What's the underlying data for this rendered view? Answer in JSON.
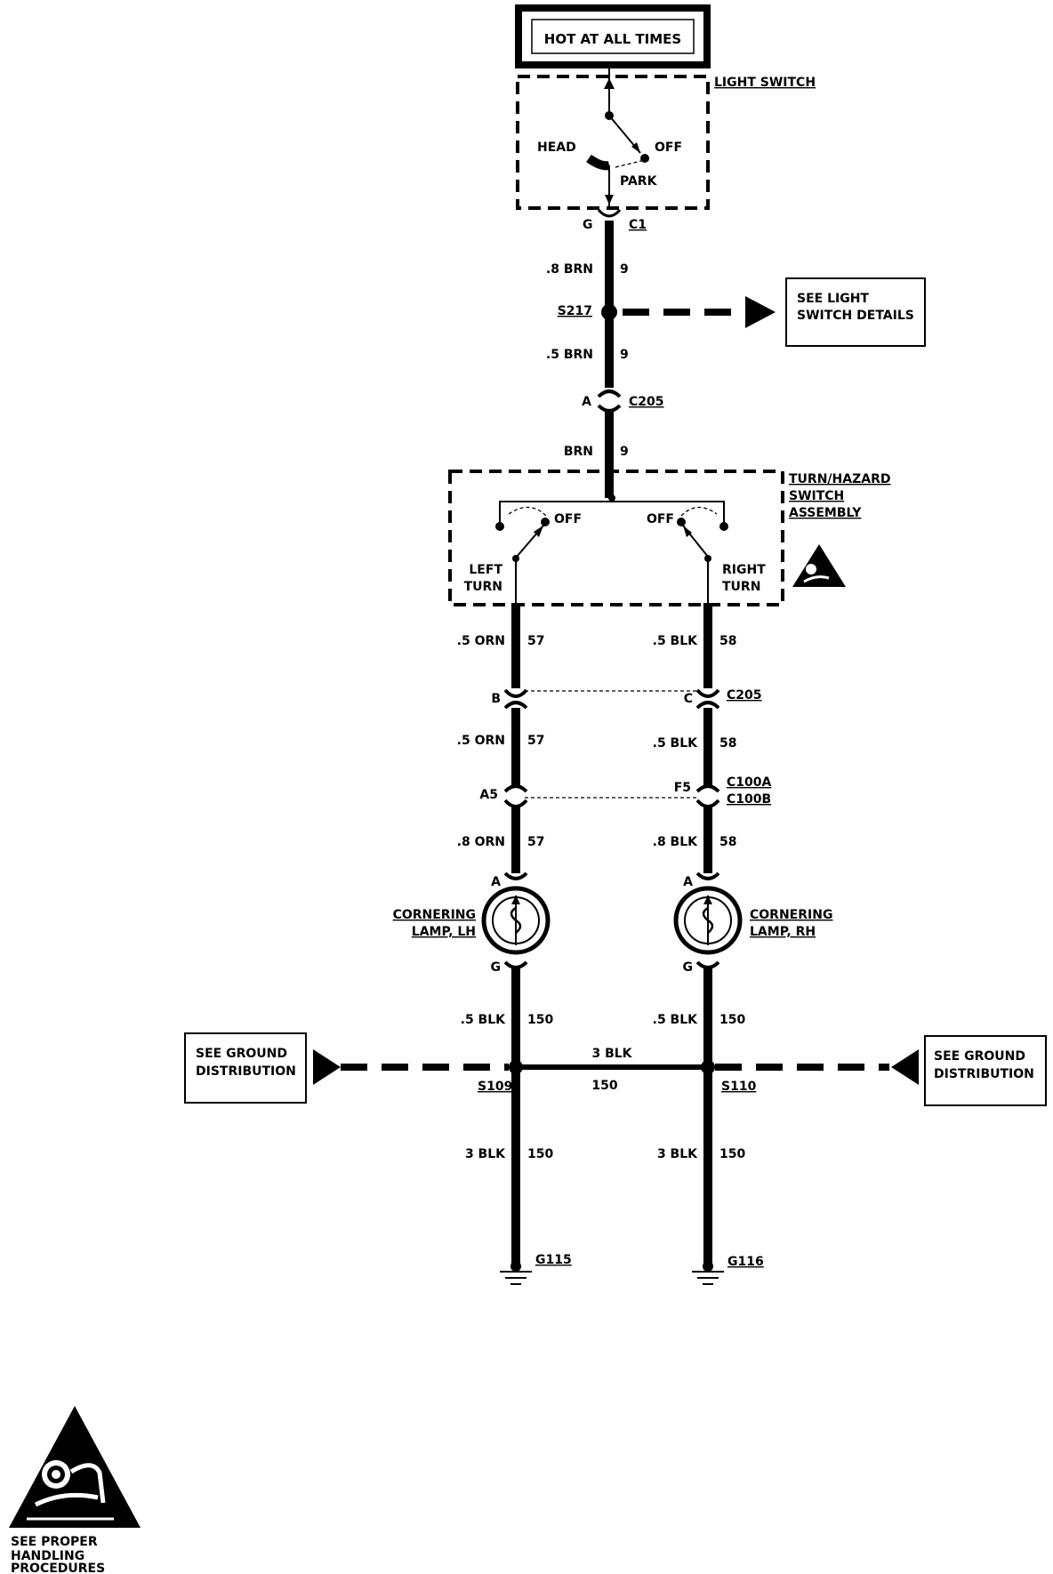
{
  "power": {
    "label": "HOT AT ALL TIMES"
  },
  "light_switch": {
    "name": "LIGHT SWITCH",
    "pos_head": "HEAD",
    "pos_off": "OFF",
    "pos_park": "PARK",
    "pin": "G",
    "connector": "C1"
  },
  "wires": {
    "w1_gauge": ".8 BRN",
    "w1_circuit": "9",
    "w2_gauge": ".5 BRN",
    "w2_circuit": "9",
    "w3_gauge": "BRN",
    "w3_circuit": "9",
    "lt1_gauge": ".5 ORN",
    "lt1_circuit": "57",
    "lt2_gauge": ".5 ORN",
    "lt2_circuit": "57",
    "lt3_gauge": ".8 ORN",
    "lt3_circuit": "57",
    "rt1_gauge": ".5 BLK",
    "rt1_circuit": "58",
    "rt2_gauge": ".5 BLK",
    "rt2_circuit": "58",
    "rt3_gauge": ".8 BLK",
    "rt3_circuit": "58",
    "lg1_gauge": ".5 BLK",
    "lg1_circuit": "150",
    "rg1_gauge": ".5 BLK",
    "rg1_circuit": "150",
    "cross_gauge": "3 BLK",
    "cross_circuit": "150",
    "lg2_gauge": "3 BLK",
    "lg2_circuit": "150",
    "rg2_gauge": "3 BLK",
    "rg2_circuit": "150"
  },
  "splice_s217": "S217",
  "see_light_switch_details": {
    "line1": "SEE LIGHT",
    "line2": "SWITCH DETAILS"
  },
  "c205_top": {
    "pin": "A",
    "name": "C205"
  },
  "turn_switch": {
    "name_line1": "TURN/HAZARD",
    "name_line2": "SWITCH",
    "name_line3": "ASSEMBLY",
    "left_off": "OFF",
    "right_off": "OFF",
    "left_turn_1": "LEFT",
    "left_turn_2": "TURN",
    "right_turn_1": "RIGHT",
    "right_turn_2": "TURN"
  },
  "c205_mid": {
    "left_pin": "B",
    "right_pin": "C",
    "name": "C205"
  },
  "c100": {
    "left_pin": "A5",
    "right_pin": "F5",
    "name_a": "C100A",
    "name_b": "C100B"
  },
  "lamp_lh": {
    "pin_top": "A",
    "pin_bottom": "G",
    "name_1": "CORNERING",
    "name_2": "LAMP, LH"
  },
  "lamp_rh": {
    "pin_top": "A",
    "pin_bottom": "G",
    "name_1": "CORNERING",
    "name_2": "LAMP, RH"
  },
  "ground_left": {
    "line1": "SEE GROUND",
    "line2": "DISTRIBUTION"
  },
  "ground_right": {
    "line1": "SEE GROUND",
    "line2": "DISTRIBUTION"
  },
  "splice_s109": "S109",
  "splice_s110": "S110",
  "ground_g115": "G115",
  "ground_g116": "G116",
  "esd_note": {
    "line1": "SEE PROPER",
    "line2": "HANDLING",
    "line3": "PROCEDURES"
  }
}
